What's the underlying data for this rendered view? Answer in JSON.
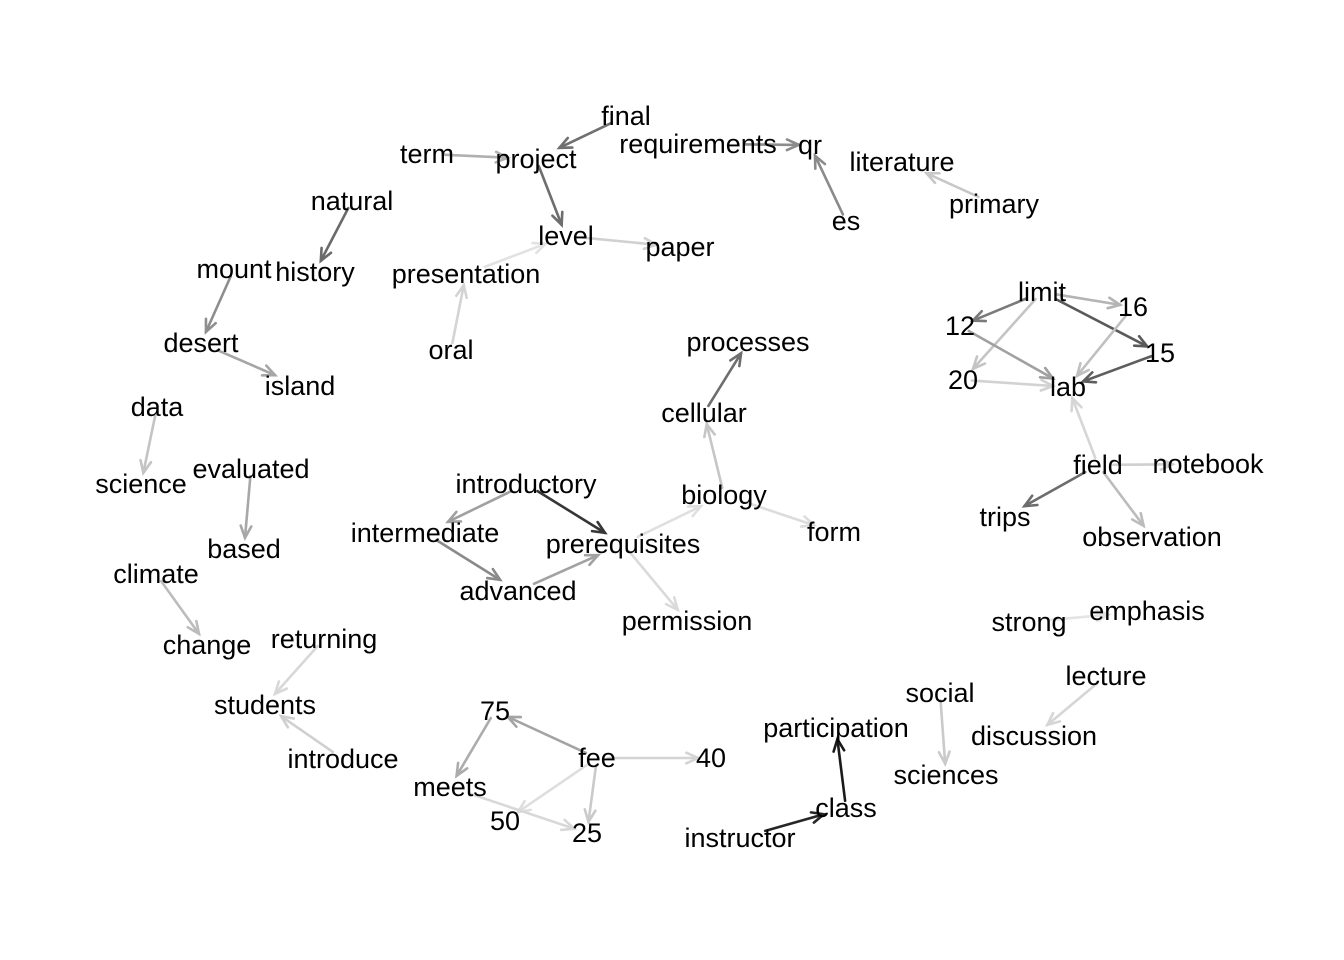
{
  "graph": {
    "type": "network",
    "directed": true,
    "nodes": [
      {
        "id": "final",
        "label": "final"
      },
      {
        "id": "requirements",
        "label": "requirements"
      },
      {
        "id": "qr",
        "label": "qr"
      },
      {
        "id": "term",
        "label": "term"
      },
      {
        "id": "project",
        "label": "project"
      },
      {
        "id": "literature",
        "label": "literature"
      },
      {
        "id": "primary",
        "label": "primary"
      },
      {
        "id": "natural",
        "label": "natural"
      },
      {
        "id": "es",
        "label": "es"
      },
      {
        "id": "level",
        "label": "level"
      },
      {
        "id": "paper",
        "label": "paper"
      },
      {
        "id": "mount",
        "label": "mount"
      },
      {
        "id": "history",
        "label": "history"
      },
      {
        "id": "presentation",
        "label": "presentation"
      },
      {
        "id": "limit",
        "label": "limit"
      },
      {
        "id": "16",
        "label": "16"
      },
      {
        "id": "12",
        "label": "12"
      },
      {
        "id": "15",
        "label": "15"
      },
      {
        "id": "desert",
        "label": "desert"
      },
      {
        "id": "oral",
        "label": "oral"
      },
      {
        "id": "processes",
        "label": "processes"
      },
      {
        "id": "20",
        "label": "20"
      },
      {
        "id": "lab",
        "label": "lab"
      },
      {
        "id": "island",
        "label": "island"
      },
      {
        "id": "data",
        "label": "data"
      },
      {
        "id": "cellular",
        "label": "cellular"
      },
      {
        "id": "field",
        "label": "field"
      },
      {
        "id": "notebook",
        "label": "notebook"
      },
      {
        "id": "evaluated",
        "label": "evaluated"
      },
      {
        "id": "science",
        "label": "science"
      },
      {
        "id": "introductory",
        "label": "introductory"
      },
      {
        "id": "biology",
        "label": "biology"
      },
      {
        "id": "trips",
        "label": "trips"
      },
      {
        "id": "intermediate",
        "label": "intermediate"
      },
      {
        "id": "form",
        "label": "form"
      },
      {
        "id": "prerequisites",
        "label": "prerequisites"
      },
      {
        "id": "observation",
        "label": "observation"
      },
      {
        "id": "based",
        "label": "based"
      },
      {
        "id": "climate",
        "label": "climate"
      },
      {
        "id": "advanced",
        "label": "advanced"
      },
      {
        "id": "emphasis",
        "label": "emphasis"
      },
      {
        "id": "strong",
        "label": "strong"
      },
      {
        "id": "permission",
        "label": "permission"
      },
      {
        "id": "change",
        "label": "change"
      },
      {
        "id": "returning",
        "label": "returning"
      },
      {
        "id": "lecture",
        "label": "lecture"
      },
      {
        "id": "social",
        "label": "social"
      },
      {
        "id": "students",
        "label": "students"
      },
      {
        "id": "participation",
        "label": "participation"
      },
      {
        "id": "75",
        "label": "75"
      },
      {
        "id": "discussion",
        "label": "discussion"
      },
      {
        "id": "introduce",
        "label": "introduce"
      },
      {
        "id": "fee",
        "label": "fee"
      },
      {
        "id": "40",
        "label": "40"
      },
      {
        "id": "sciences",
        "label": "sciences"
      },
      {
        "id": "meets",
        "label": "meets"
      },
      {
        "id": "class",
        "label": "class"
      },
      {
        "id": "50",
        "label": "50"
      },
      {
        "id": "25",
        "label": "25"
      },
      {
        "id": "instructor",
        "label": "instructor"
      }
    ],
    "edges": [
      {
        "from": "final",
        "to": "project",
        "color": "#707070"
      },
      {
        "from": "requirements",
        "to": "qr",
        "color": "#8c8c8c"
      },
      {
        "from": "term",
        "to": "project",
        "color": "#b0b0b0"
      },
      {
        "from": "project",
        "to": "level",
        "color": "#6e6e6e"
      },
      {
        "from": "primary",
        "to": "literature",
        "color": "#c8c8c8"
      },
      {
        "from": "es",
        "to": "qr",
        "color": "#8a8a8a"
      },
      {
        "from": "natural",
        "to": "history",
        "color": "#6a6a6a"
      },
      {
        "from": "level",
        "to": "paper",
        "color": "#d0d0d0"
      },
      {
        "from": "presentation",
        "to": "level",
        "color": "#e2e2e2"
      },
      {
        "from": "oral",
        "to": "presentation",
        "color": "#d4d4d4"
      },
      {
        "from": "mount",
        "to": "desert",
        "color": "#8e8e8e"
      },
      {
        "from": "desert",
        "to": "island",
        "color": "#a6a6a6"
      },
      {
        "from": "limit",
        "to": "16",
        "color": "#b4b4b4"
      },
      {
        "from": "limit",
        "to": "12",
        "color": "#7a7a7a"
      },
      {
        "from": "limit",
        "to": "15",
        "color": "#5a5a5a"
      },
      {
        "from": "limit",
        "to": "20",
        "color": "#c4c4c4"
      },
      {
        "from": "12",
        "to": "lab",
        "color": "#a0a0a0"
      },
      {
        "from": "16",
        "to": "lab",
        "color": "#c0c0c0"
      },
      {
        "from": "15",
        "to": "lab",
        "color": "#5e5e5e"
      },
      {
        "from": "20",
        "to": "lab",
        "color": "#d2d2d2"
      },
      {
        "from": "field",
        "to": "lab",
        "color": "#d6d6d6"
      },
      {
        "from": "field",
        "to": "notebook",
        "color": "#d0d0d0"
      },
      {
        "from": "field",
        "to": "trips",
        "color": "#6c6c6c"
      },
      {
        "from": "field",
        "to": "observation",
        "color": "#bcbcbc"
      },
      {
        "from": "cellular",
        "to": "processes",
        "color": "#6e6e6e"
      },
      {
        "from": "biology",
        "to": "cellular",
        "color": "#c6c6c6"
      },
      {
        "from": "biology",
        "to": "form",
        "color": "#dcdcdc"
      },
      {
        "from": "prerequisites",
        "to": "biology",
        "color": "#e0e0e0"
      },
      {
        "from": "prerequisites",
        "to": "permission",
        "color": "#dadada"
      },
      {
        "from": "introductory",
        "to": "prerequisites",
        "color": "#363636"
      },
      {
        "from": "introductory",
        "to": "intermediate",
        "color": "#a0a0a0"
      },
      {
        "from": "intermediate",
        "to": "advanced",
        "color": "#8a8a8a"
      },
      {
        "from": "advanced",
        "to": "prerequisites",
        "color": "#a2a2a2"
      },
      {
        "from": "data",
        "to": "science",
        "color": "#c4c4c4"
      },
      {
        "from": "evaluated",
        "to": "based",
        "color": "#a8a8a8"
      },
      {
        "from": "climate",
        "to": "change",
        "color": "#bcbcbc"
      },
      {
        "from": "returning",
        "to": "students",
        "color": "#d8d8d8"
      },
      {
        "from": "introduce",
        "to": "students",
        "color": "#d0d0d0"
      },
      {
        "from": "strong",
        "to": "emphasis",
        "color": "#e4e4e4"
      },
      {
        "from": "lecture",
        "to": "discussion",
        "color": "#d6d6d6"
      },
      {
        "from": "social",
        "to": "sciences",
        "color": "#cacaca"
      },
      {
        "from": "class",
        "to": "participation",
        "color": "#1a1a1a"
      },
      {
        "from": "instructor",
        "to": "class",
        "color": "#262626"
      },
      {
        "from": "fee",
        "to": "75",
        "color": "#a4a4a4"
      },
      {
        "from": "fee",
        "to": "40",
        "color": "#d4d4d4"
      },
      {
        "from": "fee",
        "to": "25",
        "color": "#cacaca"
      },
      {
        "from": "fee",
        "to": "50",
        "color": "#dedede"
      },
      {
        "from": "75",
        "to": "meets",
        "color": "#acacac"
      },
      {
        "from": "meets",
        "to": "25",
        "color": "#d8d8d8"
      }
    ]
  }
}
